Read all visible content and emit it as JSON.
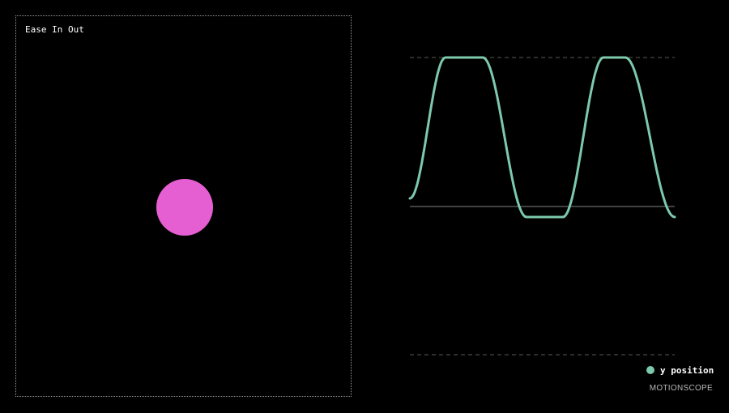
{
  "preview": {
    "title": "Ease In Out",
    "ball_color": "#e55fd3"
  },
  "graph": {
    "curve_color": "#7dc9ac",
    "baseline_color": "#6a6a6a",
    "guide_color": "#5a5a5a",
    "easing": "ease-in-out",
    "cycles": 2
  },
  "legend": {
    "label": "y position",
    "dot_color": "#7dc9ac"
  },
  "brand": {
    "text": "MOTIONSCOPE"
  }
}
